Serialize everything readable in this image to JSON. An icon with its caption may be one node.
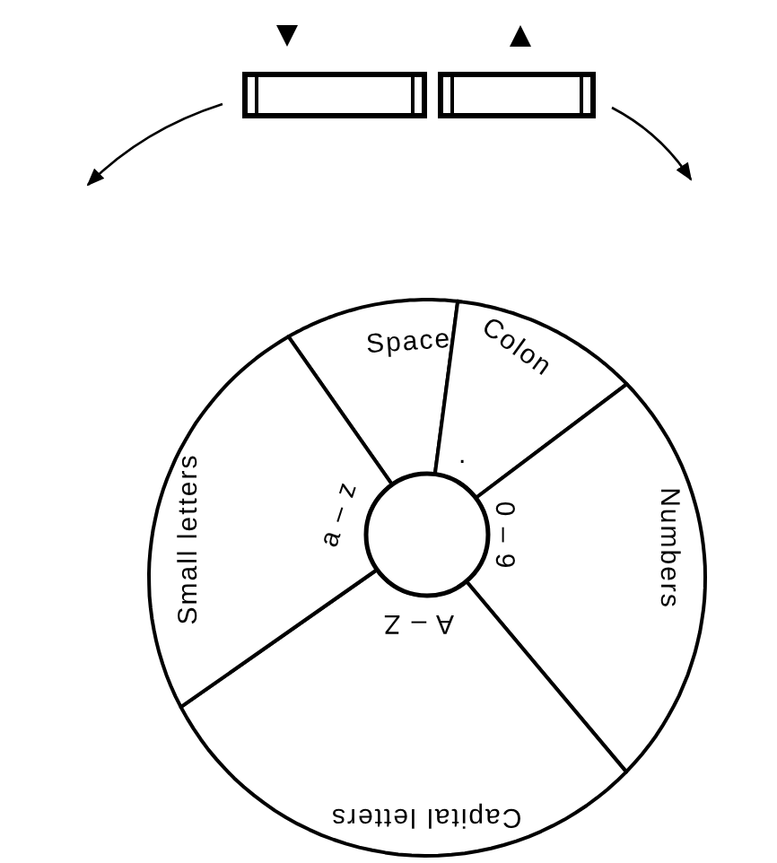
{
  "diagram": {
    "nodes": [
      {
        "text": [],
        "shape": "box"
      },
      {
        "text": [],
        "shape": "box"
      },
      {
        "text": [
          "Space"
        ]
      },
      {
        "text": [
          "Colon",
          "."
        ]
      },
      {
        "text": [
          "Numbers",
          "0 – 9"
        ]
      },
      {
        "text": [
          "Capital letters",
          "A – Z"
        ]
      },
      {
        "text": [
          "Small letters",
          "a – z"
        ]
      },
      {
        "text": [],
        "shape": "circle"
      }
    ]
  }
}
